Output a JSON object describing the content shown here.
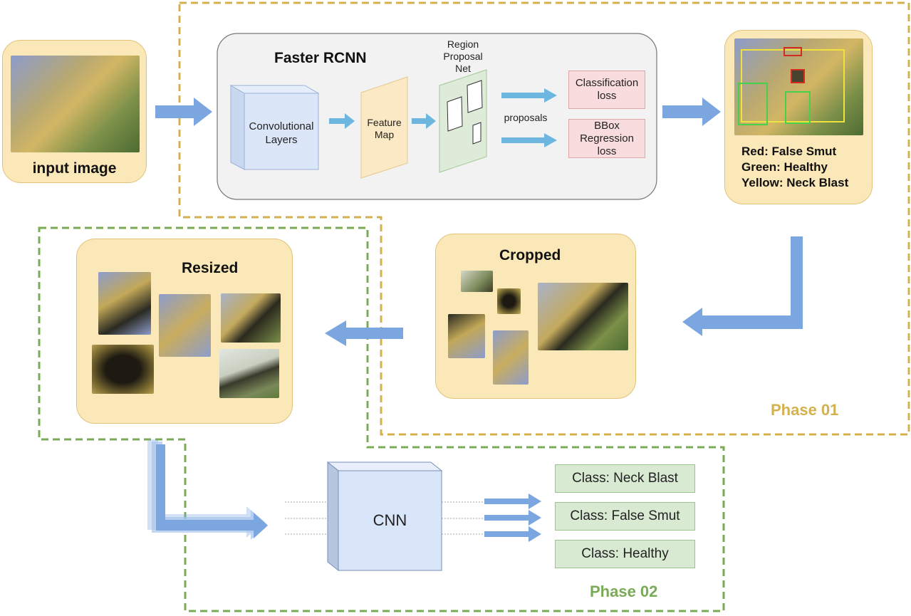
{
  "input": {
    "label": "input image"
  },
  "faster_rcnn": {
    "title": "Faster RCNN",
    "conv_label": "Convolutional\nLayers",
    "feature_map_label": "Feature\nMap",
    "rpn_label": "Region\nProposal\nNet",
    "proposals_label": "proposals",
    "cls_loss_label": "Classification\nloss",
    "bbox_loss_label": "BBox\nRegression\nloss"
  },
  "detection": {
    "legend": [
      "Red: False Smut",
      "Green: Healthy",
      "Yellow: Neck Blast"
    ],
    "colors": {
      "red": "#d22b1f",
      "green": "#46d14a",
      "yellow": "#f0e23c"
    }
  },
  "cropped": {
    "title": "Cropped"
  },
  "resized": {
    "title": "Resized"
  },
  "cnn": {
    "label": "CNN",
    "classes": [
      "Class: Neck Blast",
      "Class: False Smut",
      "Class: Healthy"
    ]
  },
  "phases": {
    "phase1": "Phase 01",
    "phase2": "Phase 02"
  },
  "colors": {
    "phase1_border": "#d4b14f",
    "phase2_border": "#79ab57",
    "arrow": "#7ba6e0",
    "small_arrow": "#6cb6e0"
  }
}
